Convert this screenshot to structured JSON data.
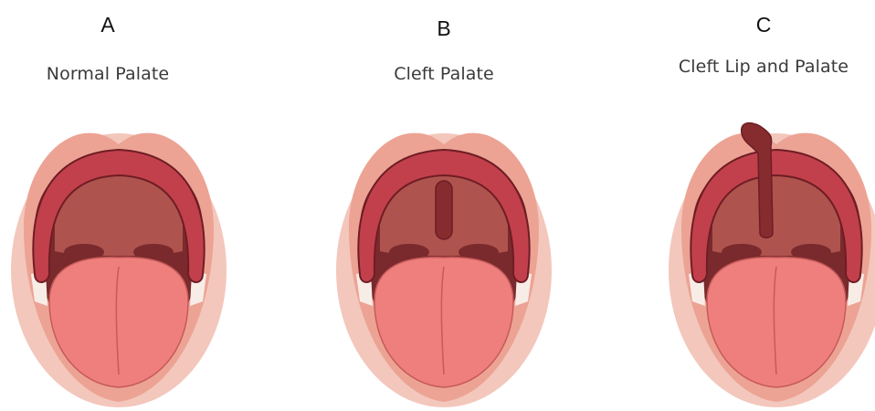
{
  "figure": {
    "panels": [
      {
        "letter": "A",
        "title": "Normal Palate",
        "condition": "normal"
      },
      {
        "letter": "B",
        "title": "Cleft Palate",
        "condition": "cleft-palate"
      },
      {
        "letter": "C",
        "title": "Cleft Lip and Palate",
        "condition": "cleft-lip-and-palate"
      }
    ]
  },
  "colors": {
    "skin_outer": "#f3c7bc",
    "lip": "#eca394",
    "palate_ridge": "#c2404c",
    "palate_ridge_outline": "#6e1d24",
    "palate_roof": "#b95a55",
    "mouth_dark": "#7a2a2c",
    "tongue": "#ee7f7c",
    "tongue_outline": "#c65a5a",
    "cleft": "#862c2f",
    "teeth": "#f7ede6"
  }
}
